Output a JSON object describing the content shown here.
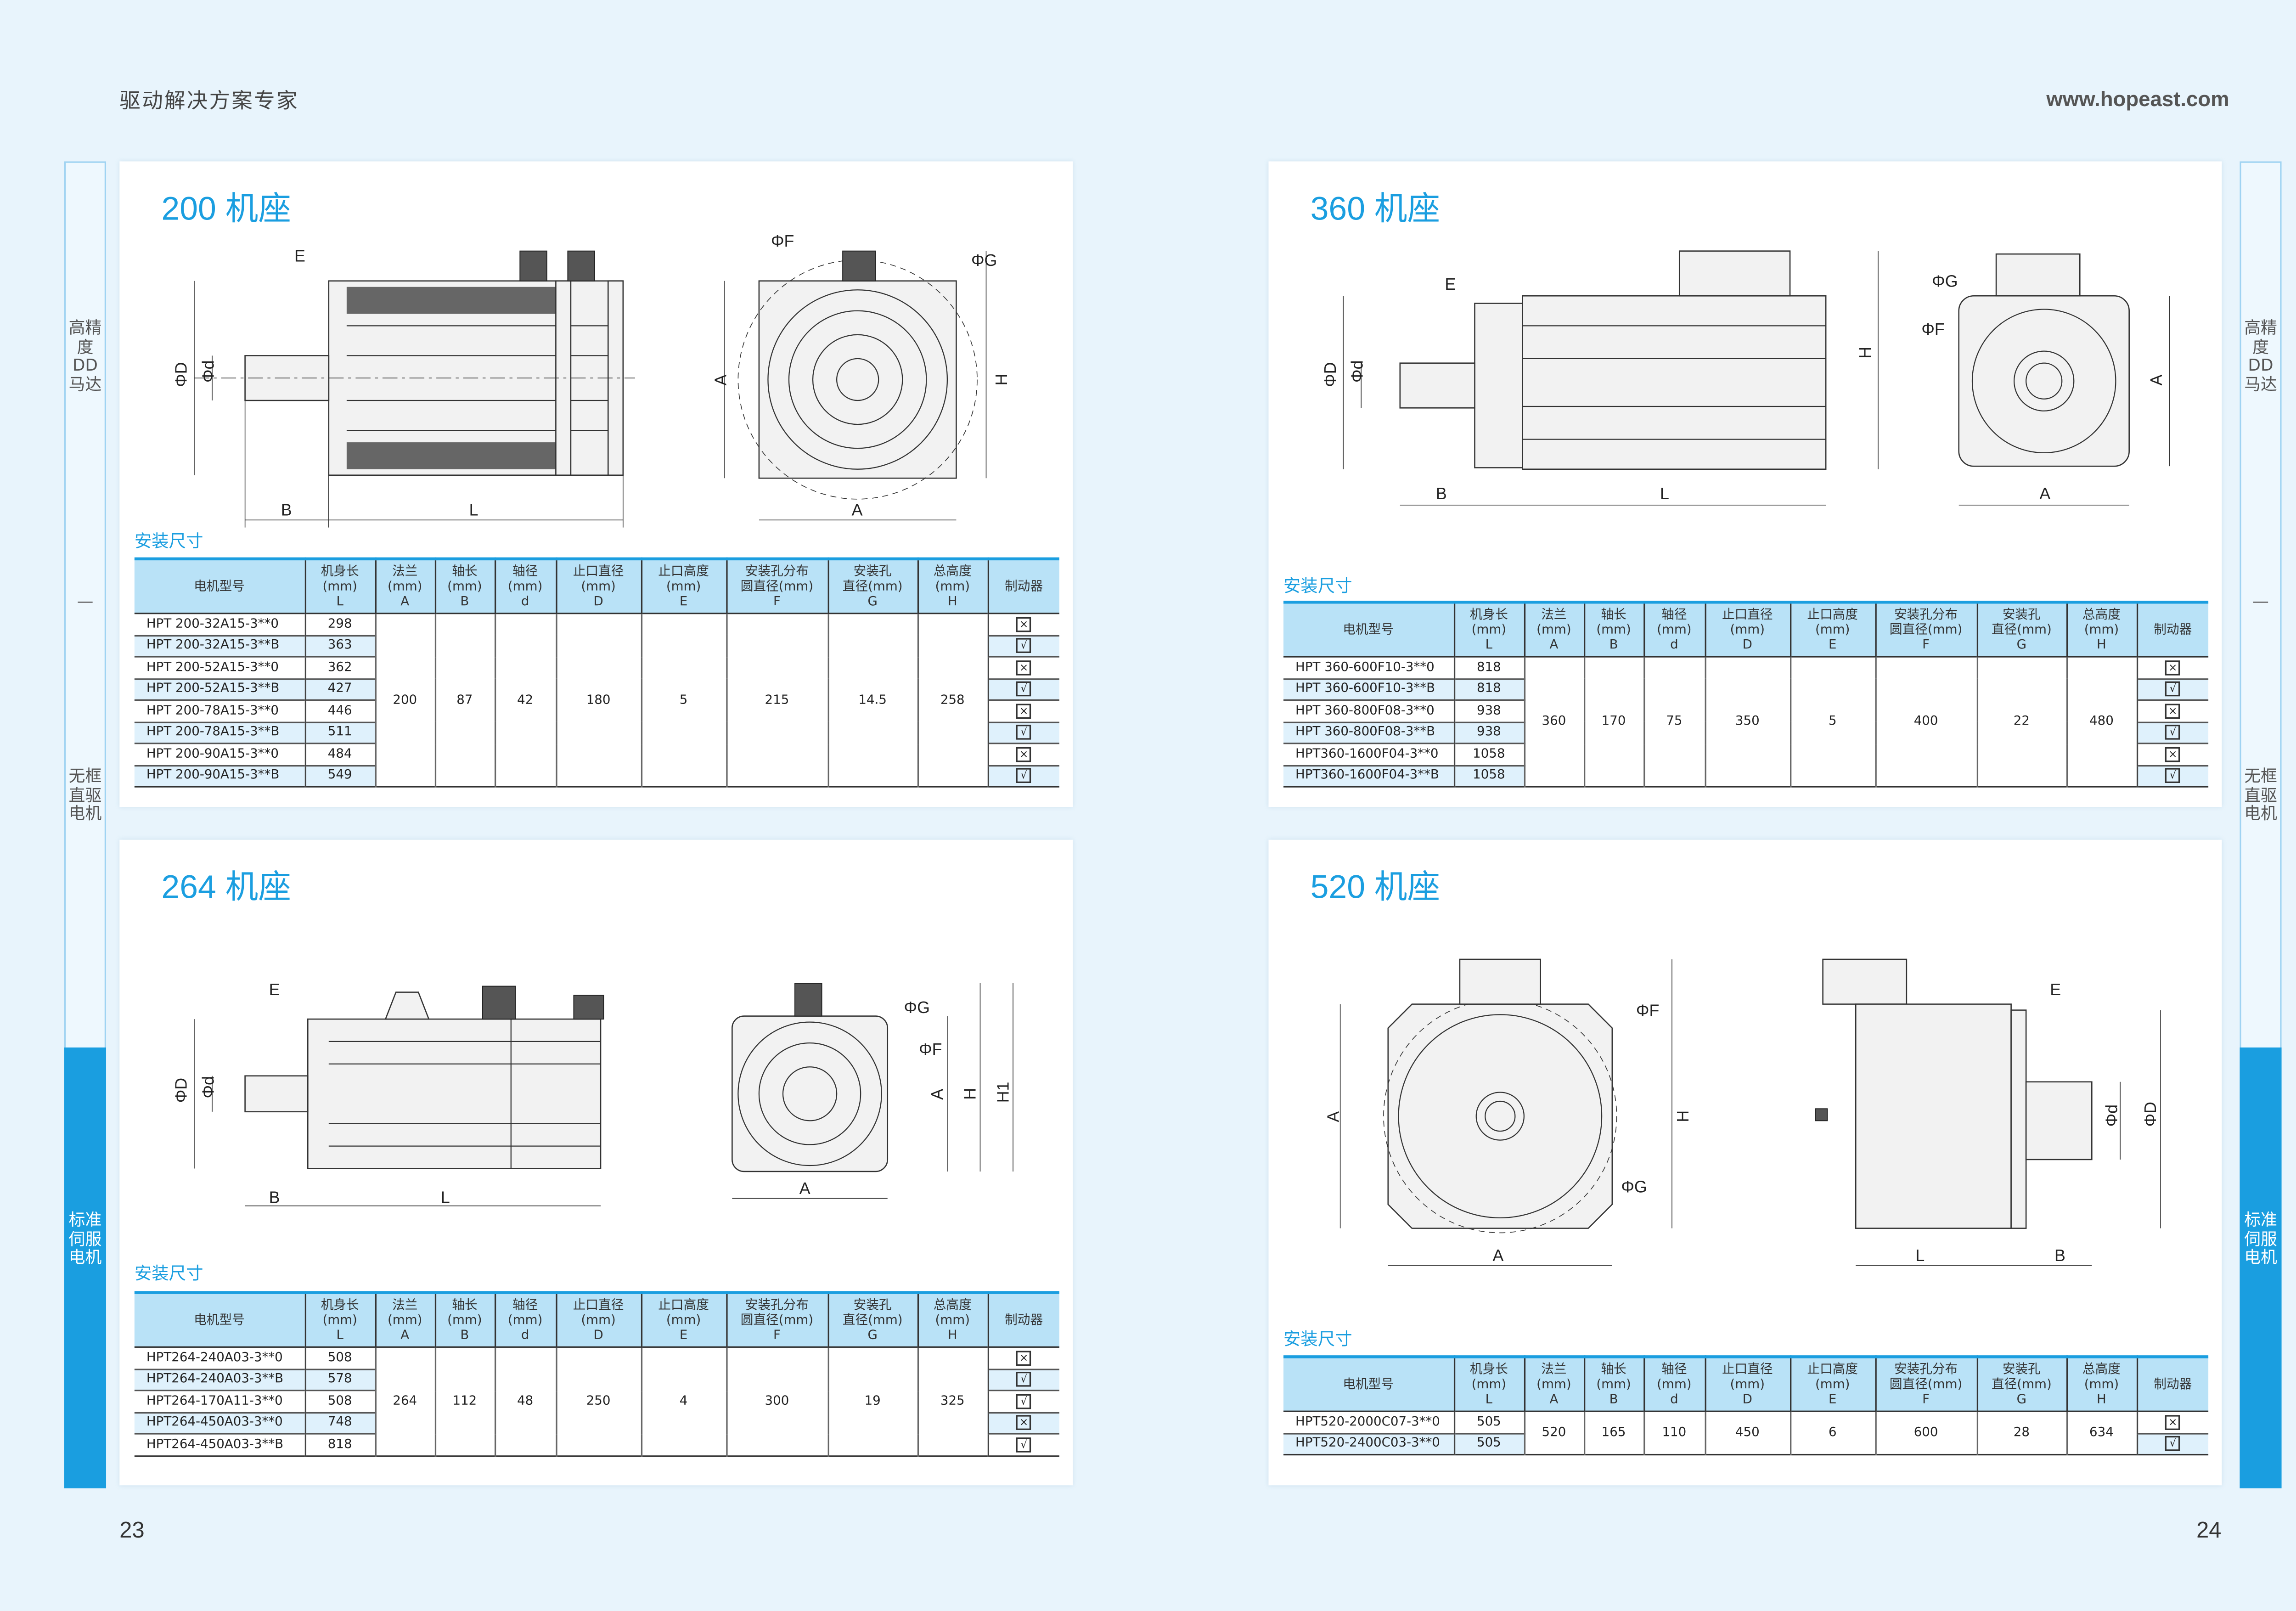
{
  "header": {
    "slogan": "驱动解决方案专家",
    "website": "www.hopeast.com"
  },
  "pages": {
    "left": "23",
    "right": "24"
  },
  "side_nav": {
    "items": [
      "高精度DD马达",
      "—",
      "无框直驱电机",
      "标准伺服电机"
    ],
    "active_index": 3
  },
  "colors": {
    "accent": "#1a9ee0",
    "header_bg": "#b9e2f7",
    "alt_row": "#dff1fc"
  },
  "table_headers": [
    [
      "电机型号"
    ],
    [
      "机身长",
      "(mm)",
      "L"
    ],
    [
      "法兰",
      "(mm)",
      "A"
    ],
    [
      "轴长",
      "(mm)",
      "B"
    ],
    [
      "轴径",
      "(mm)",
      "d"
    ],
    [
      "止口直径",
      "(mm)",
      "D"
    ],
    [
      "止口高度",
      "(mm)",
      "E"
    ],
    [
      "安装孔分布",
      "圆直径(mm)",
      "F"
    ],
    [
      "安装孔",
      "直径(mm)",
      "G"
    ],
    [
      "总高度",
      "(mm)",
      "H"
    ],
    [
      "制动器"
    ]
  ],
  "sections": [
    {
      "title": "200 机座",
      "subtitle": "安装尺寸",
      "labels": {
        "E": "E",
        "D": "ΦD",
        "d": "Φd",
        "B": "B",
        "L": "L",
        "A": "A",
        "F": "ΦF",
        "G": "ΦG",
        "H": "H"
      },
      "shared": {
        "A": "200",
        "B": "87",
        "d": "42",
        "D": "180",
        "E": "5",
        "F": "215",
        "G": "14.5",
        "H": "258"
      },
      "rows": [
        {
          "model": "HPT 200-32A15-3**0",
          "L": "298",
          "brake": "×"
        },
        {
          "model": "HPT 200-32A15-3**B",
          "L": "363",
          "brake": "√"
        },
        {
          "model": "HPT 200-52A15-3**0",
          "L": "362",
          "brake": "×"
        },
        {
          "model": "HPT 200-52A15-3**B",
          "L": "427",
          "brake": "√"
        },
        {
          "model": "HPT 200-78A15-3**0",
          "L": "446",
          "brake": "×"
        },
        {
          "model": "HPT 200-78A15-3**B",
          "L": "511",
          "brake": "√"
        },
        {
          "model": "HPT 200-90A15-3**0",
          "L": "484",
          "brake": "×"
        },
        {
          "model": "HPT 200-90A15-3**B",
          "L": "549",
          "brake": "√"
        }
      ]
    },
    {
      "title": "360 机座",
      "subtitle": "安装尺寸",
      "labels": {
        "E": "E",
        "D": "ΦD",
        "d": "Φd",
        "B": "B",
        "L": "L",
        "A": "A",
        "F": "ΦF",
        "G": "ΦG",
        "H": "H"
      },
      "shared": {
        "A": "360",
        "B": "170",
        "d": "75",
        "D": "350",
        "E": "5",
        "F": "400",
        "G": "22",
        "H": "480"
      },
      "rows": [
        {
          "model": "HPT 360-600F10-3**0",
          "L": "818",
          "brake": "×"
        },
        {
          "model": "HPT 360-600F10-3**B",
          "L": "818",
          "brake": "√"
        },
        {
          "model": "HPT 360-800F08-3**0",
          "L": "938",
          "brake": "×"
        },
        {
          "model": "HPT 360-800F08-3**B",
          "L": "938",
          "brake": "√"
        },
        {
          "model": "HPT360-1600F04-3**0",
          "L": "1058",
          "brake": "×"
        },
        {
          "model": "HPT360-1600F04-3**B",
          "L": "1058",
          "brake": "√"
        }
      ]
    },
    {
      "title": "264 机座",
      "subtitle": "安装尺寸",
      "labels": {
        "E": "E",
        "D": "ΦD",
        "d": "Φd",
        "B": "B",
        "L": "L",
        "A": "A",
        "F": "ΦF",
        "G": "ΦG",
        "H": "H",
        "H1": "H1"
      },
      "shared": {
        "A": "264",
        "B": "112",
        "d": "48",
        "D": "250",
        "E": "4",
        "F": "300",
        "G": "19",
        "H": "325"
      },
      "rows": [
        {
          "model": "HPT264-240A03-3**0",
          "L": "508",
          "brake": "×"
        },
        {
          "model": "HPT264-240A03-3**B",
          "L": "578",
          "brake": "√"
        },
        {
          "model": "HPT264-170A11-3**0",
          "L": "508",
          "brake": "√"
        },
        {
          "model": "HPT264-450A03-3**0",
          "L": "748",
          "brake": "×"
        },
        {
          "model": "HPT264-450A03-3**B",
          "L": "818",
          "brake": "√"
        }
      ]
    },
    {
      "title": "520 机座",
      "subtitle": "安装尺寸",
      "labels": {
        "E": "E",
        "D": "ΦD",
        "d": "Φd",
        "B": "B",
        "L": "L",
        "A": "A",
        "F": "ΦF",
        "G": "ΦG",
        "H": "H"
      },
      "shared": {
        "A": "520",
        "B": "165",
        "d": "110",
        "D": "450",
        "E": "6",
        "F": "600",
        "G": "28",
        "H": "634"
      },
      "rows": [
        {
          "model": "HPT520-2000C07-3**0",
          "L": "505",
          "brake": "×"
        },
        {
          "model": "HPT520-2400C03-3**0",
          "L": "505",
          "brake": "√"
        }
      ]
    }
  ]
}
